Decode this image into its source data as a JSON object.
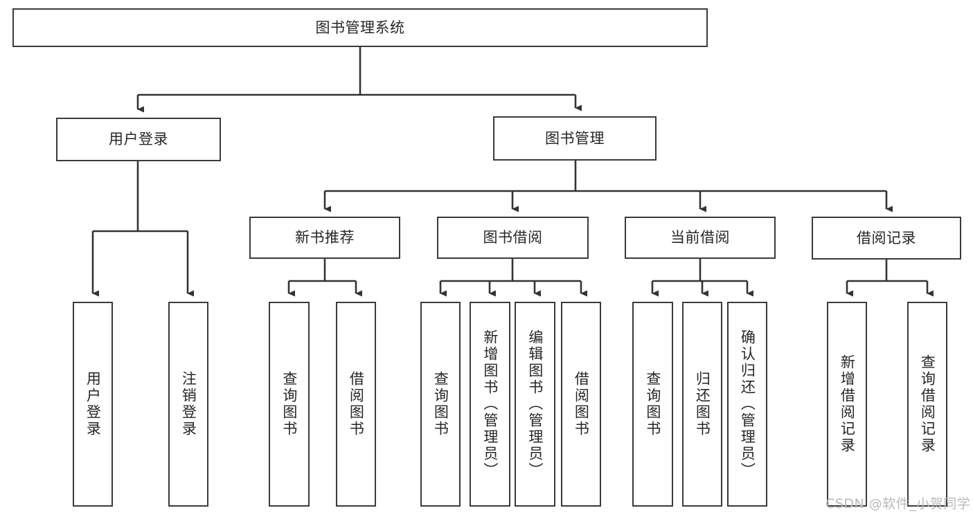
{
  "diagram": {
    "title": "图书管理系统",
    "watermark": "CSDN @软件_小贺同学",
    "colors": {
      "box_border": "#3a3a3a",
      "box_fill": "#ffffff",
      "edge": "#333333",
      "text": "#262626",
      "watermark": "#b9b9b9",
      "background": "#ffffff"
    },
    "nodes": {
      "root": "图书管理系统",
      "user_login": "用户登录",
      "book_manage": "图书管理",
      "new_book_rec": "新书推荐",
      "book_borrow": "图书借阅",
      "current_borrow": "当前借阅",
      "borrow_record": "借阅记录",
      "leaf_user_login": "用户登录",
      "leaf_user_logout": "注销登录",
      "leaf_query_book_1": "查询图书",
      "leaf_borrow_book_1": "借阅图书",
      "leaf_query_book_2": "查询图书",
      "leaf_add_book_admin": "新增图书（管理员）",
      "leaf_edit_book_admin": "编辑图书（管理员）",
      "leaf_borrow_book_2": "借阅图书",
      "leaf_query_book_3": "查询图书",
      "leaf_return_book": "归还图书",
      "leaf_confirm_return_admin": "确认归还（管理员）",
      "leaf_add_borrow_record": "新增借阅记录",
      "leaf_query_borrow_record": "查询借阅记录"
    }
  },
  "chart_data": {
    "type": "diagram",
    "subtype": "tree-hierarchy",
    "title": "图书管理系统",
    "orientation": "top-down",
    "levels": 4,
    "tree": {
      "label": "图书管理系统",
      "children": [
        {
          "label": "用户登录",
          "children": [
            {
              "label": "用户登录",
              "children": []
            },
            {
              "label": "注销登录",
              "children": []
            }
          ]
        },
        {
          "label": "图书管理",
          "children": [
            {
              "label": "新书推荐",
              "children": [
                {
                  "label": "查询图书",
                  "children": []
                },
                {
                  "label": "借阅图书",
                  "children": []
                }
              ]
            },
            {
              "label": "图书借阅",
              "children": [
                {
                  "label": "查询图书",
                  "children": []
                },
                {
                  "label": "新增图书（管理员）",
                  "children": []
                },
                {
                  "label": "编辑图书（管理员）",
                  "children": []
                },
                {
                  "label": "借阅图书",
                  "children": []
                }
              ]
            },
            {
              "label": "当前借阅",
              "children": [
                {
                  "label": "查询图书",
                  "children": []
                },
                {
                  "label": "归还图书",
                  "children": []
                },
                {
                  "label": "确认归还（管理员）",
                  "children": []
                }
              ]
            },
            {
              "label": "借阅记录",
              "children": [
                {
                  "label": "新增借阅记录",
                  "children": []
                },
                {
                  "label": "查询借阅记录",
                  "children": []
                }
              ]
            }
          ]
        }
      ]
    }
  }
}
